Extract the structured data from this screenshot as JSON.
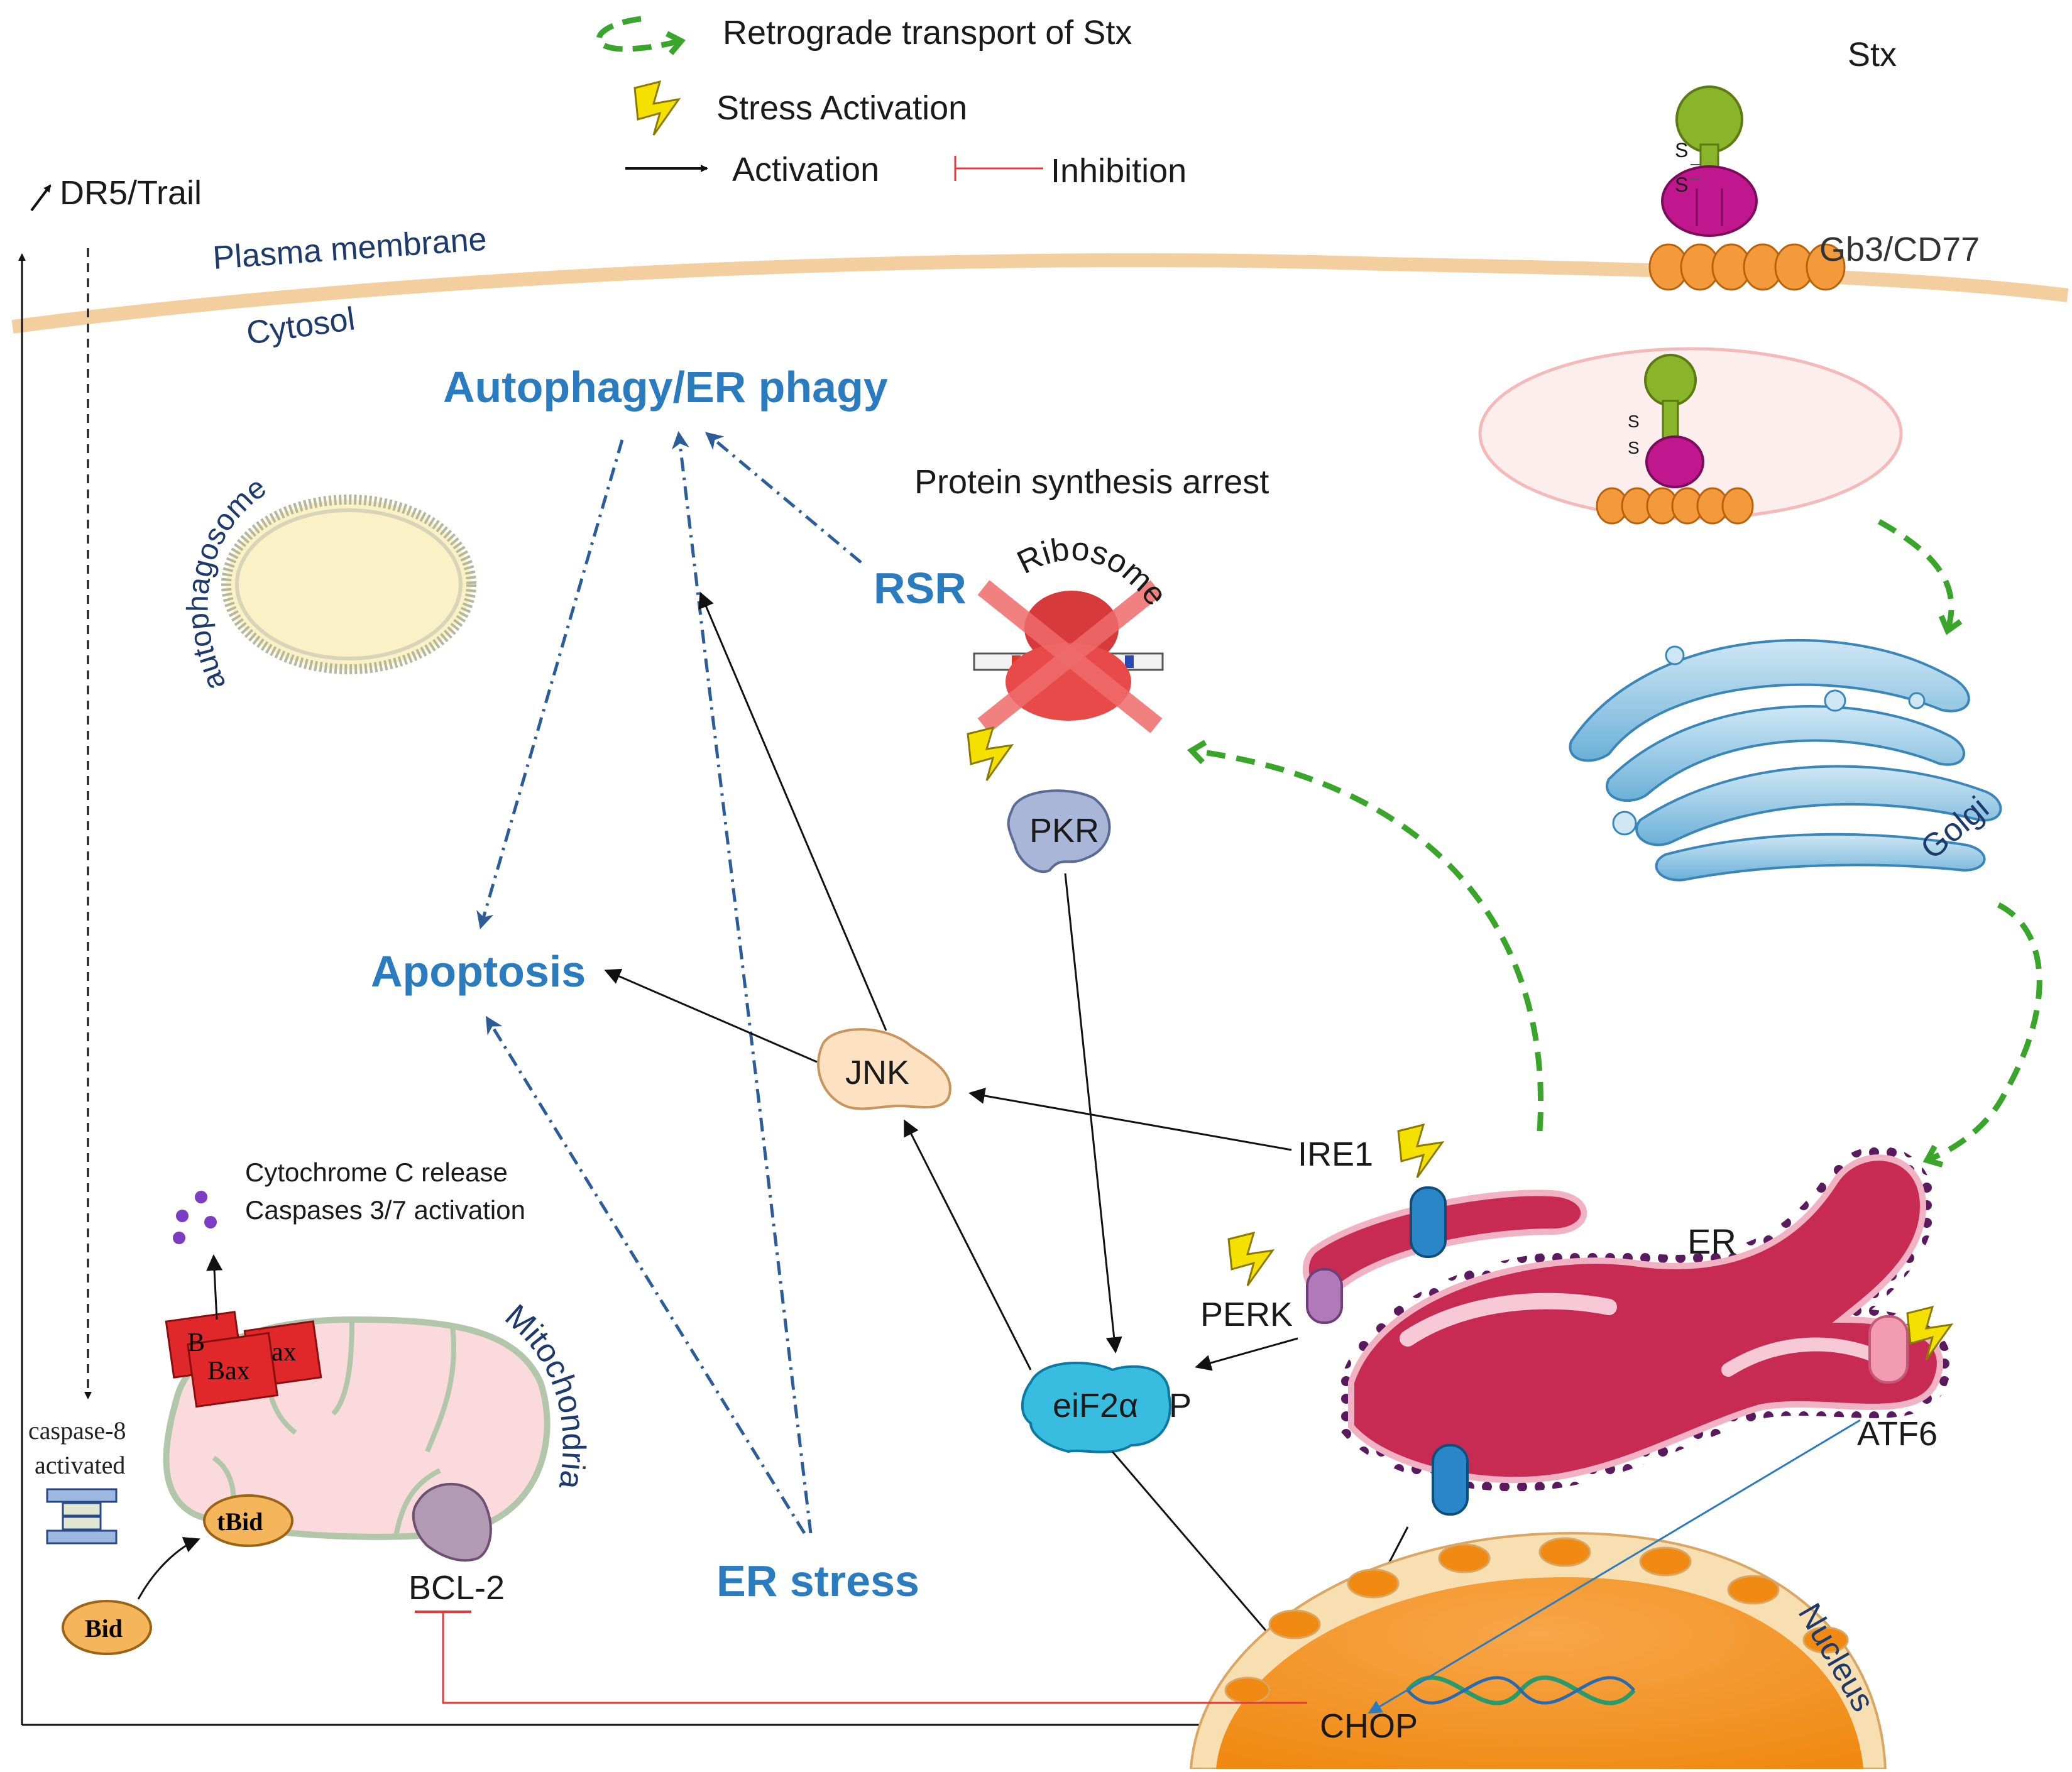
{
  "legend": {
    "retrograde": "Retrograde transport of Stx",
    "stress": "Stress Activation",
    "activation": "Activation",
    "inhibition": "Inhibition"
  },
  "labels": {
    "stx": "Stx",
    "gb3": "Gb3/CD77",
    "dr5": "DR5/Trail",
    "plasma_membrane": "Plasma membrane",
    "cytosol": "Cytosol",
    "autophagy": "Autophagy/ER phagy",
    "autophagosome": "autophagosome",
    "protein_synthesis": "Protein synthesis arrest",
    "rsr": "RSR",
    "ribosome": "Ribosome",
    "golgi": "Golgi",
    "pkr": "PKR",
    "apoptosis": "Apoptosis",
    "jnk": "JNK",
    "ire1": "IRE1",
    "er": "ER",
    "perk": "PERK",
    "eif2a": "eiF2α",
    "p": "P",
    "atf6": "ATF6",
    "cytochrome": "Cytochrome C release",
    "caspases": "Caspases 3/7 activation",
    "mitochondria": "Mitochondria",
    "bax_a": "B",
    "bax_b": "Bax",
    "bax_c": "ax",
    "caspase8_a": "caspase-8",
    "caspase8_b": "activated",
    "tbid": "tBid",
    "bid": "Bid",
    "bcl2": "BCL-2",
    "er_stress": "ER stress",
    "nucleus": "Nucleus",
    "chop": "CHOP",
    "s1": "S",
    "s2": "S"
  },
  "colors": {
    "blue_text": "#2b7bbf",
    "green_dash": "#3aa52b",
    "inhibition": "#e23b3b",
    "dashdot": "#2d5d99"
  }
}
